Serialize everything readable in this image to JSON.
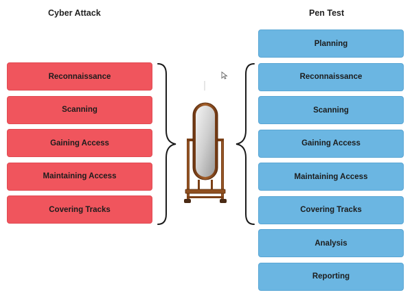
{
  "left_column": {
    "title": "Cyber Attack",
    "items": [
      {
        "label": "Reconnaissance"
      },
      {
        "label": "Scanning"
      },
      {
        "label": "Gaining Access"
      },
      {
        "label": "Maintaining Access"
      },
      {
        "label": "Covering Tracks"
      }
    ]
  },
  "right_column": {
    "title": "Pen Test",
    "items": [
      {
        "label": "Planning"
      },
      {
        "label": "Reconnaissance"
      },
      {
        "label": "Scanning"
      },
      {
        "label": "Gaining Access"
      },
      {
        "label": "Maintaining Access"
      },
      {
        "label": "Covering Tracks"
      },
      {
        "label": "Analysis"
      },
      {
        "label": "Reporting"
      }
    ]
  },
  "colors": {
    "attack_box": "#f0555d",
    "pentest_box": "#6bb6e2",
    "mirror_frame": "#8b4a1f"
  },
  "icons": {
    "center": "standing-mirror-icon",
    "cursor": "mouse-pointer-icon"
  }
}
